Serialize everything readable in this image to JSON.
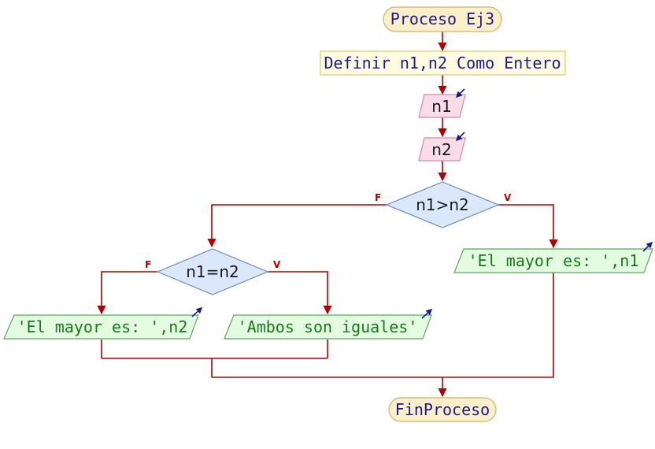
{
  "diagram": {
    "start": "Proceso Ej3",
    "define": "Definir n1,n2 Como Entero",
    "read_n1": "n1",
    "read_n2": "n2",
    "cond_outer": "n1>n2",
    "outer_false": "F",
    "outer_true": "V",
    "cond_inner": "n1=n2",
    "inner_false": "F",
    "inner_true": "V",
    "out_n2": "'El mayor es: ',n2",
    "out_equal": "'Ambos son iguales'",
    "out_n1": "'El mayor es: ',n1",
    "end": "FinProceso"
  },
  "colors": {
    "edge": "#b00000",
    "terminal_fill": "#fdf0c8",
    "terminal_stroke": "#d0b070",
    "define_fill": "#fdfbe0",
    "define_stroke": "#d8c870",
    "input_fill": "#fadbe8",
    "input_stroke": "#d08aa8",
    "decision_fill": "#dbe7fb",
    "decision_stroke": "#6b88c0",
    "output_fill": "#e3fbe0",
    "output_stroke": "#5fa85a",
    "io_arrow": "#1a1a8c"
  },
  "icons": {
    "input_marker": "arrow-in-icon",
    "output_marker": "arrow-out-icon"
  }
}
